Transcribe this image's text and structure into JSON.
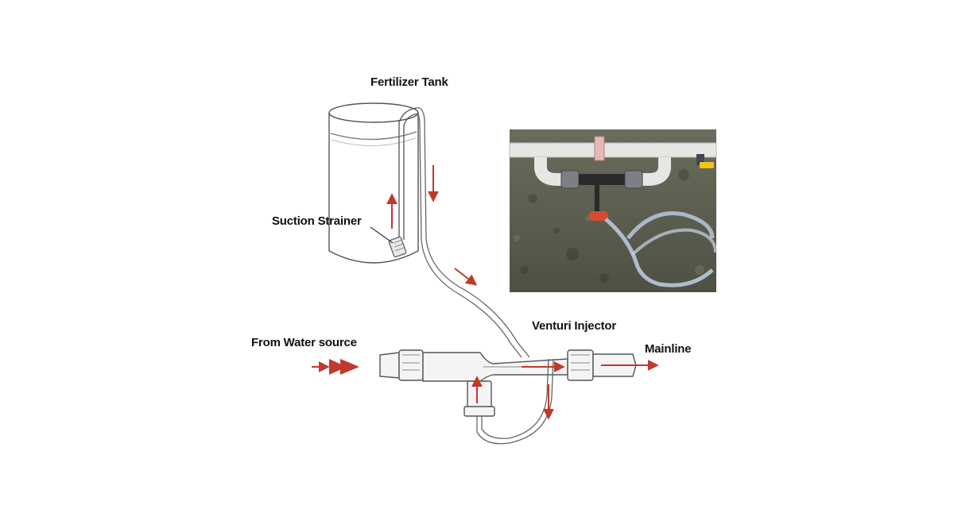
{
  "labels": {
    "fertilizer_tank": "Fertilizer Tank",
    "suction_strainer": "Suction Strainer",
    "venturi_injector": "Venturi Injector",
    "from_water_source": "From Water source",
    "mainline": "Mainline"
  },
  "colors": {
    "flow_arrow": "#c0392b",
    "outline": "#555555",
    "photo_ground": "#5a5d4d",
    "photo_pipe": "#e6e6e4",
    "photo_valve": "#d84a2f",
    "photo_handle": "#f0c417",
    "photo_tubing": "#b8c8e0"
  },
  "icons": {
    "tank": "fertilizer-tank-icon",
    "strainer": "suction-strainer-icon",
    "injector": "venturi-injector-icon",
    "flow": "flow-arrow-icon"
  }
}
